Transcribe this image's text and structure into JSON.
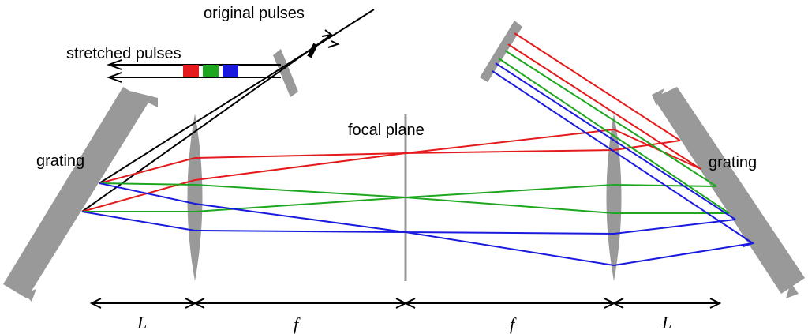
{
  "labels": {
    "original_pulses": "original pulses",
    "stretched_pulses": "stretched pulses",
    "focal_plane": "focal plane",
    "grating_left": "grating",
    "grating_right": "grating"
  },
  "dimensions": {
    "left_L": "L",
    "left_f": "f",
    "right_f": "f",
    "right_L": "L"
  },
  "colors": {
    "red": "#e41a1c",
    "green": "#1fa61f",
    "blue": "#1a1adf",
    "component_gray": "#999999",
    "black": "#000000"
  },
  "icons": [
    "grating-left-icon",
    "grating-right-icon",
    "lens-left-icon",
    "lens-right-icon",
    "mirror-pickoff-icon",
    "mirror-fold-icon"
  ]
}
